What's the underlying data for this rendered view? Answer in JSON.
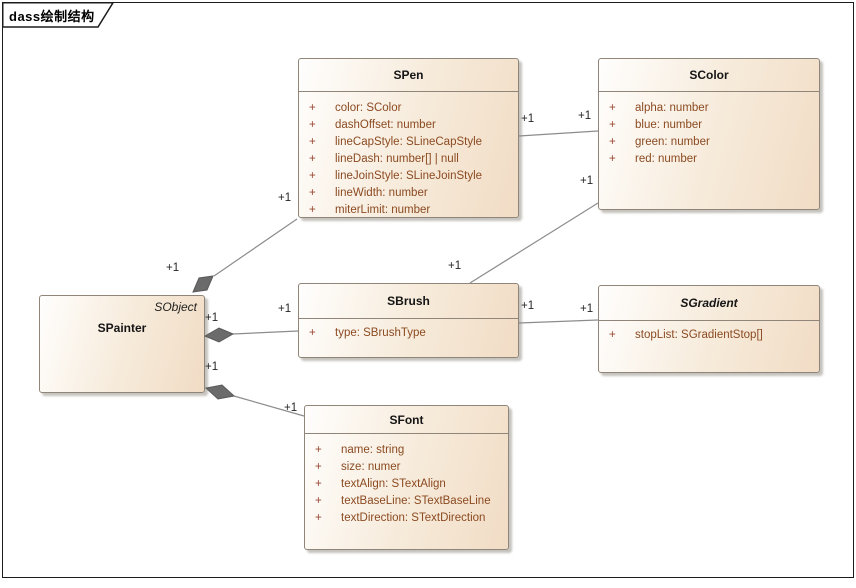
{
  "frame": {
    "title": "dass绘制结构"
  },
  "uml": {
    "public": "+"
  },
  "classes": {
    "spainter": {
      "name": "SPainter",
      "stereotype": "SObject",
      "attrs": []
    },
    "spen": {
      "name": "SPen",
      "attrs": [
        "color: SColor",
        "dashOffset: number",
        "lineCapStyle: SLineCapStyle",
        "lineDash: number[] | null",
        "lineJoinStyle: SLineJoinStyle",
        "lineWidth: number",
        "miterLimit: number"
      ]
    },
    "scolor": {
      "name": "SColor",
      "attrs": [
        "alpha: number",
        "blue: number",
        "green: number",
        "red: number"
      ]
    },
    "sbrush": {
      "name": "SBrush",
      "attrs": [
        "type: SBrushType"
      ]
    },
    "sgradient": {
      "name": "SGradient",
      "abstract": true,
      "attrs": [
        "stopList: SGradientStop[]"
      ]
    },
    "sfont": {
      "name": "SFont",
      "attrs": [
        "name: string",
        "size: numer",
        "textAlign: STextAlign",
        "textBaseLine: STextBaseLine",
        "textDirection: STextDirection"
      ]
    }
  },
  "associations": [
    {
      "from": "SPainter",
      "to": "SPen",
      "type": "composition",
      "from_mult": "+1",
      "to_mult": "+1"
    },
    {
      "from": "SPainter",
      "to": "SBrush",
      "type": "composition",
      "from_mult": "+1",
      "to_mult": "+1"
    },
    {
      "from": "SPainter",
      "to": "SFont",
      "type": "composition",
      "from_mult": "+1",
      "to_mult": "+1"
    },
    {
      "from": "SPen",
      "to": "SColor",
      "type": "association",
      "from_mult": "+1",
      "to_mult": "+1"
    },
    {
      "from": "SBrush",
      "to": "SColor",
      "type": "association",
      "from_mult": "+1",
      "to_mult": "+1"
    },
    {
      "from": "SBrush",
      "to": "SGradient",
      "type": "association",
      "from_mult": "+1",
      "to_mult": "+1"
    }
  ],
  "colors": {
    "box_fill_light": "#fffefd",
    "box_fill_cream": "#f1dcc5",
    "box_border": "#8f8679",
    "attribute_text": "#8b4a21",
    "connector_line": "#8c8c8c",
    "composition_diamond": "#6b6b6b",
    "frame_border": "#1c1c1c"
  }
}
